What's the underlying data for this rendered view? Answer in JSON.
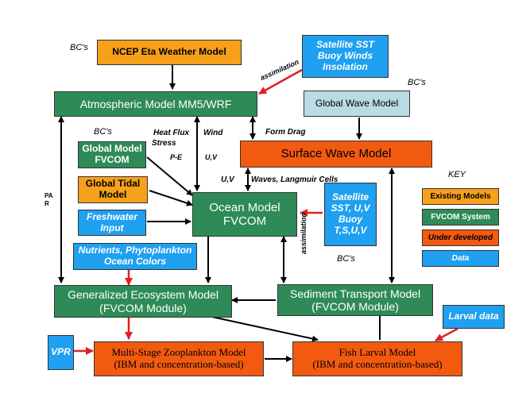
{
  "boxes": {
    "ncep": "NCEP Eta Weather Model",
    "satellite_top": [
      "Satellite SST",
      "Buoy Winds",
      "Insolation"
    ],
    "atmospheric": "Atmospheric Model MM5/WRF",
    "global_wave": "Global Wave Model",
    "surface_wave": "Surface Wave Model",
    "global_model": [
      "Global Model",
      "FVCOM"
    ],
    "global_tidal": [
      "Global Tidal",
      "Model"
    ],
    "freshwater": [
      "Freshwater",
      "Input"
    ],
    "ocean": [
      "Ocean Model",
      "FVCOM"
    ],
    "satellite_mid": [
      "Satellite",
      "SST, U,V",
      "Buoy",
      "T,S,U,V"
    ],
    "nutrients": [
      "Nutrients, Phytoplankton",
      "Ocean Colors"
    ],
    "ecosystem": [
      "Generalized Ecosystem Model",
      "(FVCOM Module)"
    ],
    "sediment": [
      "Sediment Transport Model",
      "(FVCOM Module)"
    ],
    "larval_data": "Larval data",
    "vpr": "VPR",
    "zooplankton": [
      "Multi-Stage Zooplankton Model",
      "(IBM and concentration-based)"
    ],
    "fish": [
      "Fish Larval Model",
      "(IBM and concentration-based)"
    ]
  },
  "labels": {
    "bcs_1": "BC's",
    "bcs_2": "BC's",
    "bcs_3": "BC's",
    "bcs_4": "BC's",
    "assimilation_1": "assimilation",
    "assimilation_2": "assimilation",
    "heat_flux": "Heat Flux",
    "stress": "Stress",
    "pe": "P-E",
    "wind": "Wind",
    "uv_1": "U,V",
    "uv_2": "U,V",
    "form_drag": "Form Drag",
    "waves": "Waves, Langmuir Cells",
    "par": "PA",
    "par2": "R"
  },
  "key": {
    "title": "KEY",
    "existing": "Existing Models",
    "fvcom": "FVCOM System",
    "under": "Under developed",
    "data": "Data"
  },
  "colors": {
    "existing": "#f7a11a",
    "fvcom": "#2e8b57",
    "under": "#f25a10",
    "data": "#1fa0f0",
    "assimilation_arrow": "#e02020"
  }
}
